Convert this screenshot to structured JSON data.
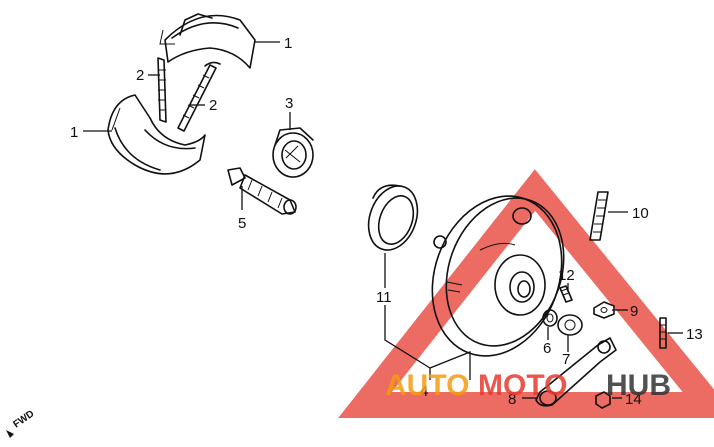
{
  "labels": {
    "l1a": "1",
    "l1b": "1",
    "l2a": "2",
    "l2b": "2",
    "l3": "3",
    "l4": "4",
    "l5": "5",
    "l6": "6",
    "l7": "7",
    "l8": "8",
    "l9": "9",
    "l10": "10",
    "l11": "11",
    "l12": "12",
    "l13": "13",
    "l14": "14"
  },
  "fwd": "FWD",
  "watermark": {
    "part1": "AUTO",
    "part2": "MOTO",
    "part3": "HUB"
  },
  "colors": {
    "ink": "#111111",
    "watermark_orange": "#f39c12",
    "watermark_red": "#e63a2e",
    "watermark_dark": "#333333"
  }
}
